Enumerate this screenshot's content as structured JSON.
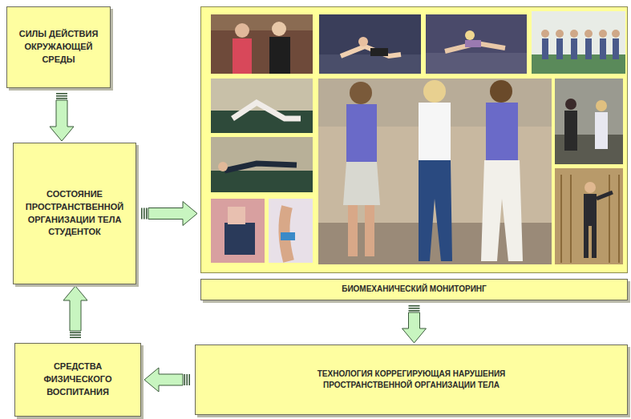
{
  "diagram": {
    "nodes": [
      {
        "text": [
          "СИЛЫ ДЕЙСТВИЯ ОКРУЖАЮЩЕЙ СРЕДЫ"
        ]
      },
      {
        "text": [
          "СОСТОЯНИЕ ПРОСТРАНСТВЕННОЙ ОРГАНИЗАЦИИ ТЕЛА СТУДЕНТОК"
        ]
      },
      {
        "text": [
          "СРЕДСТВА ФИЗИЧЕСКОГО ВОСПИТАНИЯ"
        ]
      },
      {
        "text": [
          "БИОМЕХАНИЧЕСКИЙ МОНИТОРИНГ"
        ]
      },
      {
        "text": [
          "ТЕХНОЛОГИЯ КОРРЕГИРУЮЩАЯ НАРУШЕНИЯ ПРОСТРАНСТВЕННОЙ ОРГАНИЗАЦИИ ТЕЛА"
        ]
      }
    ],
    "edges": [
      {
        "from": 0,
        "to": 1,
        "arrow": "to"
      },
      {
        "from": 1,
        "to": 3,
        "arrow": "to"
      },
      {
        "from": 3,
        "to": 4,
        "arrow": "to"
      },
      {
        "from": 4,
        "to": 2,
        "arrow": "to"
      },
      {
        "from": 2,
        "to": 1,
        "arrow": "to"
      }
    ]
  }
}
